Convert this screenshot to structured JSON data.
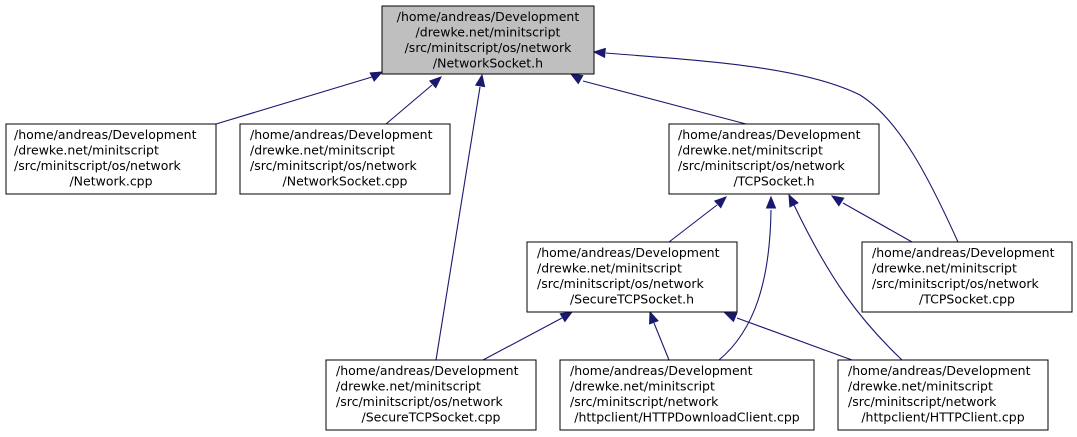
{
  "graph": {
    "nodes": [
      {
        "id": "networksocket_h",
        "highlighted": true,
        "lines": [
          "/home/andreas/Development",
          "/drewke.net/minitscript",
          "/src/minitscript/os/network",
          "/NetworkSocket.h"
        ]
      },
      {
        "id": "network_cpp",
        "lines": [
          "/home/andreas/Development",
          "/drewke.net/minitscript",
          "/src/minitscript/os/network",
          "/Network.cpp"
        ]
      },
      {
        "id": "networksocket_cpp",
        "lines": [
          "/home/andreas/Development",
          "/drewke.net/minitscript",
          "/src/minitscript/os/network",
          "/NetworkSocket.cpp"
        ]
      },
      {
        "id": "tcpsocket_h",
        "lines": [
          "/home/andreas/Development",
          "/drewke.net/minitscript",
          "/src/minitscript/os/network",
          "/TCPSocket.h"
        ]
      },
      {
        "id": "securetcpsocket_h",
        "lines": [
          "/home/andreas/Development",
          "/drewke.net/minitscript",
          "/src/minitscript/os/network",
          "/SecureTCPSocket.h"
        ]
      },
      {
        "id": "tcpsocket_cpp",
        "lines": [
          "/home/andreas/Development",
          "/drewke.net/minitscript",
          "/src/minitscript/os/network",
          "/TCPSocket.cpp"
        ]
      },
      {
        "id": "securetcpsocket_cpp",
        "lines": [
          "/home/andreas/Development",
          "/drewke.net/minitscript",
          "/src/minitscript/os/network",
          "/SecureTCPSocket.cpp"
        ]
      },
      {
        "id": "httpdownloadclient_cpp",
        "lines": [
          "/home/andreas/Development",
          "/drewke.net/minitscript",
          "/src/minitscript/network",
          "/httpclient/HTTPDownloadClient.cpp"
        ]
      },
      {
        "id": "httpclient_cpp",
        "lines": [
          "/home/andreas/Development",
          "/drewke.net/minitscript",
          "/src/minitscript/network",
          "/httpclient/HTTPClient.cpp"
        ]
      }
    ],
    "edges": [
      {
        "from": "network_cpp",
        "to": "networksocket_h"
      },
      {
        "from": "networksocket_cpp",
        "to": "networksocket_h"
      },
      {
        "from": "securetcpsocket_cpp",
        "to": "networksocket_h"
      },
      {
        "from": "tcpsocket_h",
        "to": "networksocket_h"
      },
      {
        "from": "tcpsocket_cpp",
        "to": "networksocket_h"
      },
      {
        "from": "securetcpsocket_h",
        "to": "tcpsocket_h"
      },
      {
        "from": "httpdownloadclient_cpp",
        "to": "tcpsocket_h"
      },
      {
        "from": "httpclient_cpp",
        "to": "tcpsocket_h"
      },
      {
        "from": "tcpsocket_cpp",
        "to": "tcpsocket_h"
      },
      {
        "from": "securetcpsocket_cpp",
        "to": "securetcpsocket_h"
      },
      {
        "from": "httpdownloadclient_cpp",
        "to": "securetcpsocket_h"
      },
      {
        "from": "httpclient_cpp",
        "to": "securetcpsocket_h"
      }
    ],
    "colors": {
      "highlight_fill": "#bfbfbf",
      "node_fill": "#ffffff",
      "edge": "#191970",
      "border": "#000000"
    }
  }
}
